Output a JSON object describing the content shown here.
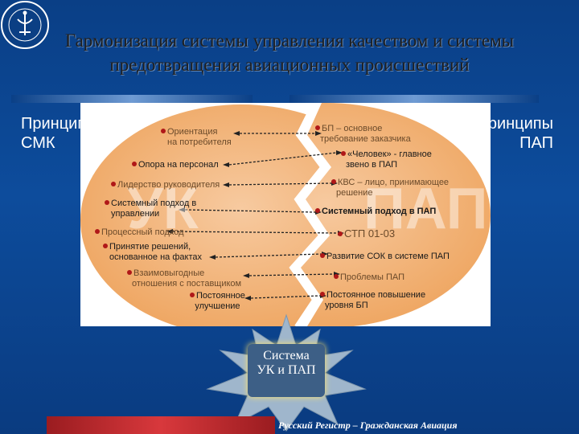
{
  "title": {
    "line1": "Гармонизация системы управления качеством и системы",
    "line2": "предотвращения авиационных происшествий"
  },
  "left_heading": {
    "line1": "Принципы",
    "line2": "СМК"
  },
  "right_heading": {
    "line1": "Принципы",
    "line2": "ПАП"
  },
  "watermark": {
    "left": "УК",
    "right": "ПАП"
  },
  "left_items": [
    {
      "line1": "Ориентация",
      "line2": "на потребителя"
    },
    {
      "line1": "Опора на персонал"
    },
    {
      "line1": "Лидерство руководителя"
    },
    {
      "line1": "Системный подход в",
      "line2": "управлении"
    },
    {
      "line1": "Процессный подход"
    },
    {
      "line1": "Принятие решений,",
      "line2": "основанное на фактах"
    },
    {
      "line1": "Взаимовыгодные",
      "line2": "отношения с поставщиком"
    },
    {
      "line1": "Постоянное",
      "line2": "улучшение"
    }
  ],
  "right_items": [
    {
      "line1": "БП – основное",
      "line2": "требование заказчика"
    },
    {
      "line1": "«Человек» - главное",
      "line2": "звено в ПАП"
    },
    {
      "line1": "КВС – лицо, принимающее",
      "line2": "решение"
    },
    {
      "line1": "Системный подход в ПАП"
    },
    {
      "line1": "СТП 01-03"
    },
    {
      "line1": "Развитие СОК в системе ПАП"
    },
    {
      "line1": "Проблемы ПАП"
    },
    {
      "line1": "Постоянное повышение",
      "line2": "уровня БП"
    }
  ],
  "star": {
    "line1": "Система",
    "line2": "УК и ПАП"
  },
  "footer": "Русский Регистр – Гражданская Авиация",
  "colors": {
    "background": "#0d4c9c",
    "panel": "#ffffff",
    "oval": "#f3b877",
    "bullet": "#b01818",
    "star": "#9fb6cc",
    "accent_bar": "#c0282c"
  }
}
